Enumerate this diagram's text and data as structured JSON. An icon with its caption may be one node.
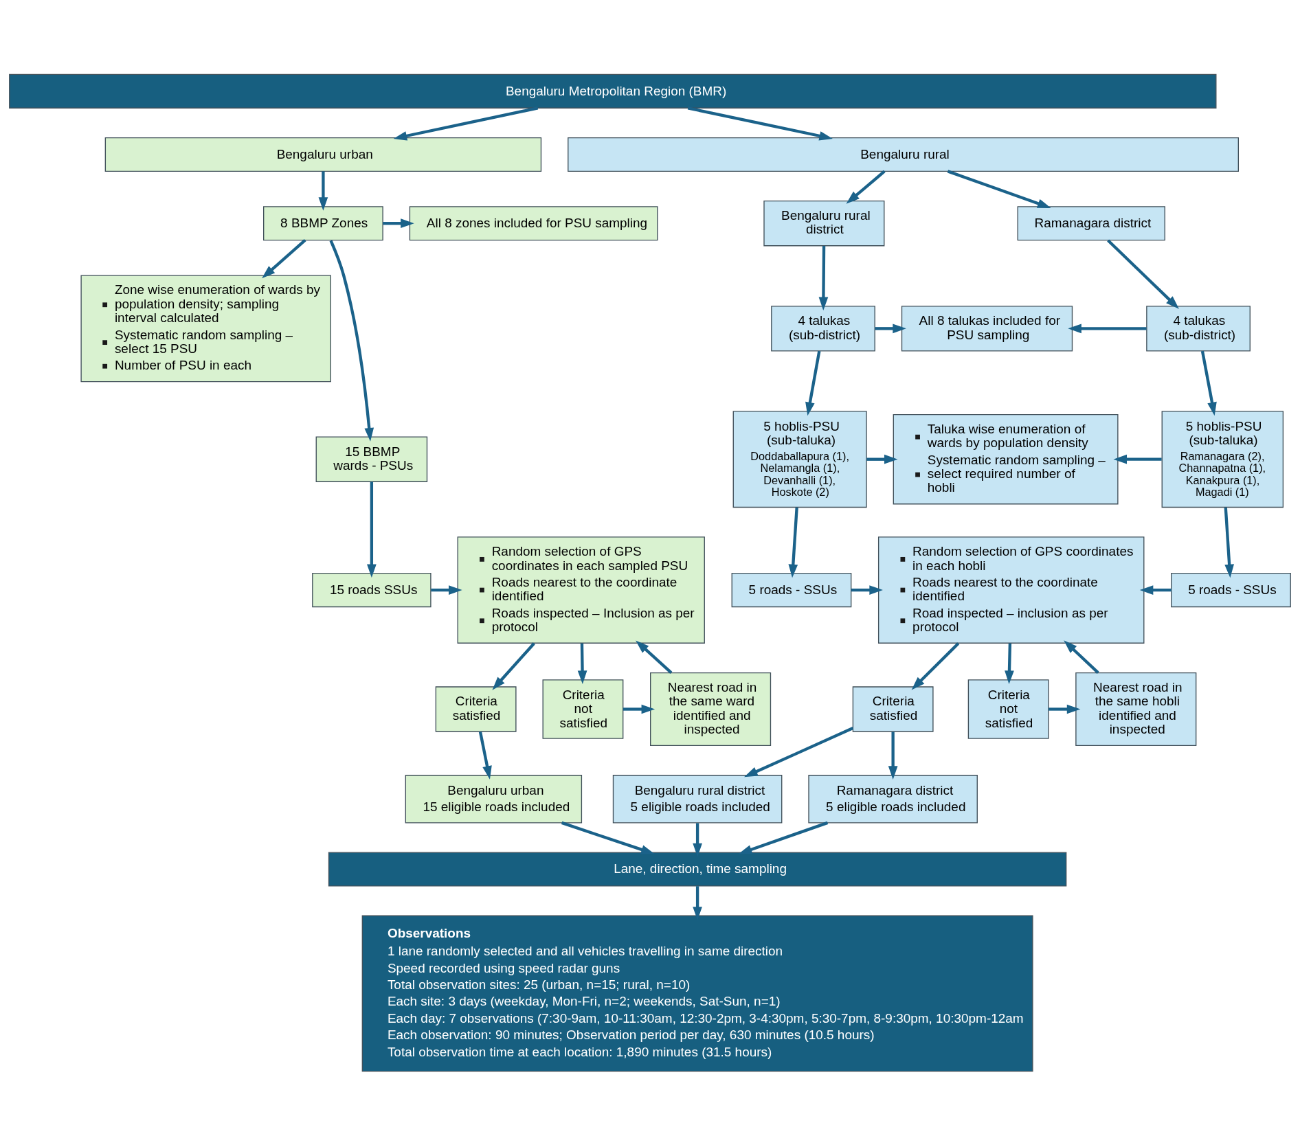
{
  "diagram": {
    "nodes": [
      {
        "text": [
          "Bengaluru Metropolitan Region (BMR)"
        ]
      },
      {
        "text": [
          "Bengaluru urban"
        ]
      },
      {
        "text": [
          "Bengaluru rural"
        ]
      },
      {
        "text": [
          "8 BBMP Zones"
        ]
      },
      {
        "text": [
          "All 8 zones included for PSU sampling"
        ]
      },
      {
        "text": [
          "Zone wise enumeration of wards by population density; sampling interval calculated",
          "Systematic random sampling – select 15 PSU",
          "Number of PSU in each"
        ]
      },
      {
        "text": [
          "15 BBMP wards - PSUs"
        ]
      },
      {
        "text": [
          "15 roads SSUs"
        ]
      },
      {
        "text": [
          "Random selection of GPS coordinates in each sampled PSU",
          "Roads nearest to the coordinate identified",
          "Roads inspected – Inclusion as per protocol"
        ]
      },
      {
        "text": [
          "Criteria satisfied"
        ]
      },
      {
        "text": [
          "Criteria not satisfied"
        ]
      },
      {
        "text": [
          "Nearest road in the same ward identified and inspected"
        ]
      },
      {
        "text": [
          "Bengaluru urban",
          "15 eligible roads included"
        ]
      },
      {
        "text": [
          "Bengaluru rural district"
        ]
      },
      {
        "text": [
          "Ramanagara district"
        ]
      },
      {
        "text": [
          "4 talukas (sub-district)"
        ]
      },
      {
        "text": [
          "All 8 talukas included for PSU sampling"
        ]
      },
      {
        "text": [
          "4 talukas (sub-district)"
        ]
      },
      {
        "text": [
          "5 hoblis-PSU (sub-taluka)",
          "Doddaballapura (1), Nelamangla (1), Devanhalli (1), Hoskote (2)"
        ]
      },
      {
        "text": [
          "Taluka wise enumeration of wards by population density",
          "Systematic random sampling – select required number of hobli"
        ]
      },
      {
        "text": [
          "5 hoblis-PSU (sub-taluka)",
          "Ramanagara (2), Channapatna (1), Kanakpura (1), Magadi (1)"
        ]
      },
      {
        "text": [
          "5 roads - SSUs"
        ]
      },
      {
        "text": [
          "Random selection of GPS coordinates in each hobli",
          "Roads nearest to the coordinate identified",
          "Road inspected – inclusion as per protocol"
        ]
      },
      {
        "text": [
          "5 roads - SSUs"
        ]
      },
      {
        "text": [
          "Criteria satisfied"
        ]
      },
      {
        "text": [
          "Criteria not satisfied"
        ]
      },
      {
        "text": [
          "Nearest road in the same hobli identified and inspected"
        ]
      },
      {
        "text": [
          "Bengaluru rural district",
          "5 eligible roads included"
        ]
      },
      {
        "text": [
          "Ramanagara district",
          "5 eligible roads included"
        ]
      },
      {
        "text": [
          "Lane, direction, time sampling"
        ]
      },
      {
        "text": [
          "Observations",
          "1 lane randomly selected and all vehicles travelling in same direction",
          "Speed recorded using speed radar guns",
          "Total observation sites: 25 (urban, n=15; rural, n=10)",
          "Each site: 3 days (weekday, Mon-Fri, n=2; weekends, Sat-Sun, n=1)",
          "Each day: 7 observations (7:30-9am, 10-11:30am, 12:30-2pm, 3-4:30pm, 5:30-7pm, 8-9:30pm, 10:30pm-12am",
          "Each observation: 90 minutes; Observation period per day, 630 minutes (10.5 hours)",
          "Total observation time at each location: 1,890 minutes (31.5 hours)"
        ]
      }
    ],
    "edges": [
      {
        "from": 0,
        "to": 1,
        "arrow": "to"
      },
      {
        "from": 0,
        "to": 2,
        "arrow": "to"
      },
      {
        "from": 1,
        "to": 3,
        "arrow": "to"
      },
      {
        "from": 3,
        "to": 4,
        "arrow": "to"
      },
      {
        "from": 3,
        "to": 5,
        "arrow": "to"
      },
      {
        "from": 3,
        "to": 6,
        "arrow": "to"
      },
      {
        "from": 6,
        "to": 7,
        "arrow": "to"
      },
      {
        "from": 7,
        "to": 8,
        "arrow": "to"
      },
      {
        "from": 8,
        "to": 9,
        "arrow": "to"
      },
      {
        "from": 8,
        "to": 10,
        "arrow": "to"
      },
      {
        "from": 10,
        "to": 11,
        "arrow": "to"
      },
      {
        "from": 11,
        "to": 8,
        "arrow": "to"
      },
      {
        "from": 9,
        "to": 12,
        "arrow": "to"
      },
      {
        "from": 2,
        "to": 13,
        "arrow": "to"
      },
      {
        "from": 2,
        "to": 14,
        "arrow": "to"
      },
      {
        "from": 13,
        "to": 15,
        "arrow": "to"
      },
      {
        "from": 15,
        "to": 16,
        "arrow": "to"
      },
      {
        "from": 17,
        "to": 16,
        "arrow": "to"
      },
      {
        "from": 14,
        "to": 17,
        "arrow": "to"
      },
      {
        "from": 15,
        "to": 18,
        "arrow": "to"
      },
      {
        "from": 17,
        "to": 20,
        "arrow": "to"
      },
      {
        "from": 18,
        "to": 19,
        "arrow": "to"
      },
      {
        "from": 20,
        "to": 19,
        "arrow": "to"
      },
      {
        "from": 18,
        "to": 21,
        "arrow": "to"
      },
      {
        "from": 20,
        "to": 23,
        "arrow": "to"
      },
      {
        "from": 21,
        "to": 22,
        "arrow": "to"
      },
      {
        "from": 23,
        "to": 22,
        "arrow": "to"
      },
      {
        "from": 22,
        "to": 24,
        "arrow": "to"
      },
      {
        "from": 22,
        "to": 25,
        "arrow": "to"
      },
      {
        "from": 25,
        "to": 26,
        "arrow": "to"
      },
      {
        "from": 26,
        "to": 22,
        "arrow": "to"
      },
      {
        "from": 24,
        "to": 27,
        "arrow": "to"
      },
      {
        "from": 24,
        "to": 28,
        "arrow": "to"
      },
      {
        "from": 12,
        "to": 29,
        "arrow": "to"
      },
      {
        "from": 27,
        "to": 29,
        "arrow": "to"
      },
      {
        "from": 28,
        "to": 29,
        "arrow": "to"
      },
      {
        "from": 29,
        "to": 30,
        "arrow": "to"
      }
    ]
  }
}
